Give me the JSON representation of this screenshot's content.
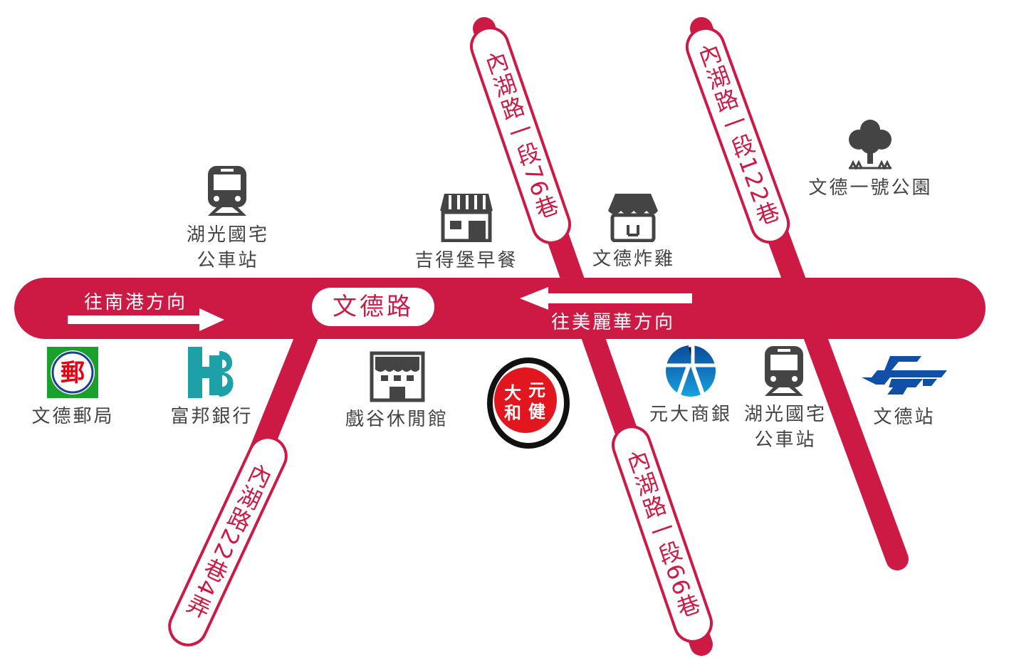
{
  "colors": {
    "road": "#cc1a45",
    "icon": "#444444",
    "text": "#444444"
  },
  "main_road": {
    "name": "文德路",
    "dir_left": "往南港方向",
    "dir_right": "往美麗華方向"
  },
  "lanes": {
    "lane76": "內湖路一段76巷",
    "lane122": "內湖路一段122巷",
    "lane66": "內湖路一段66巷",
    "lane22": "內湖路22巷4弄"
  },
  "places": {
    "bus_stop_north": {
      "line1": "湖光國宅",
      "line2": "公車站",
      "icon": "bus-icon"
    },
    "breakfast": {
      "name": "吉得堡早餐",
      "icon": "store-icon"
    },
    "fried_chicken": {
      "name": "文德炸雞",
      "icon": "shop-awning-icon"
    },
    "park": {
      "name": "文德一號公園",
      "icon": "tree-icon"
    },
    "post_office": {
      "name": "文德郵局",
      "icon": "post-office-icon"
    },
    "bank_fubon": {
      "name": "富邦銀行",
      "icon": "fubon-logo-icon"
    },
    "leisure": {
      "name": "戲谷休閒館",
      "icon": "building-icon"
    },
    "destination_logo": {
      "text": "大元和健"
    },
    "bank_yuanta": {
      "name": "元大商銀",
      "icon": "yuanta-logo-icon"
    },
    "bus_stop_south": {
      "line1": "湖光國宅",
      "line2": "公車站",
      "icon": "bus-icon"
    },
    "mrt": {
      "name": "文德站",
      "icon": "metro-logo-icon"
    }
  }
}
